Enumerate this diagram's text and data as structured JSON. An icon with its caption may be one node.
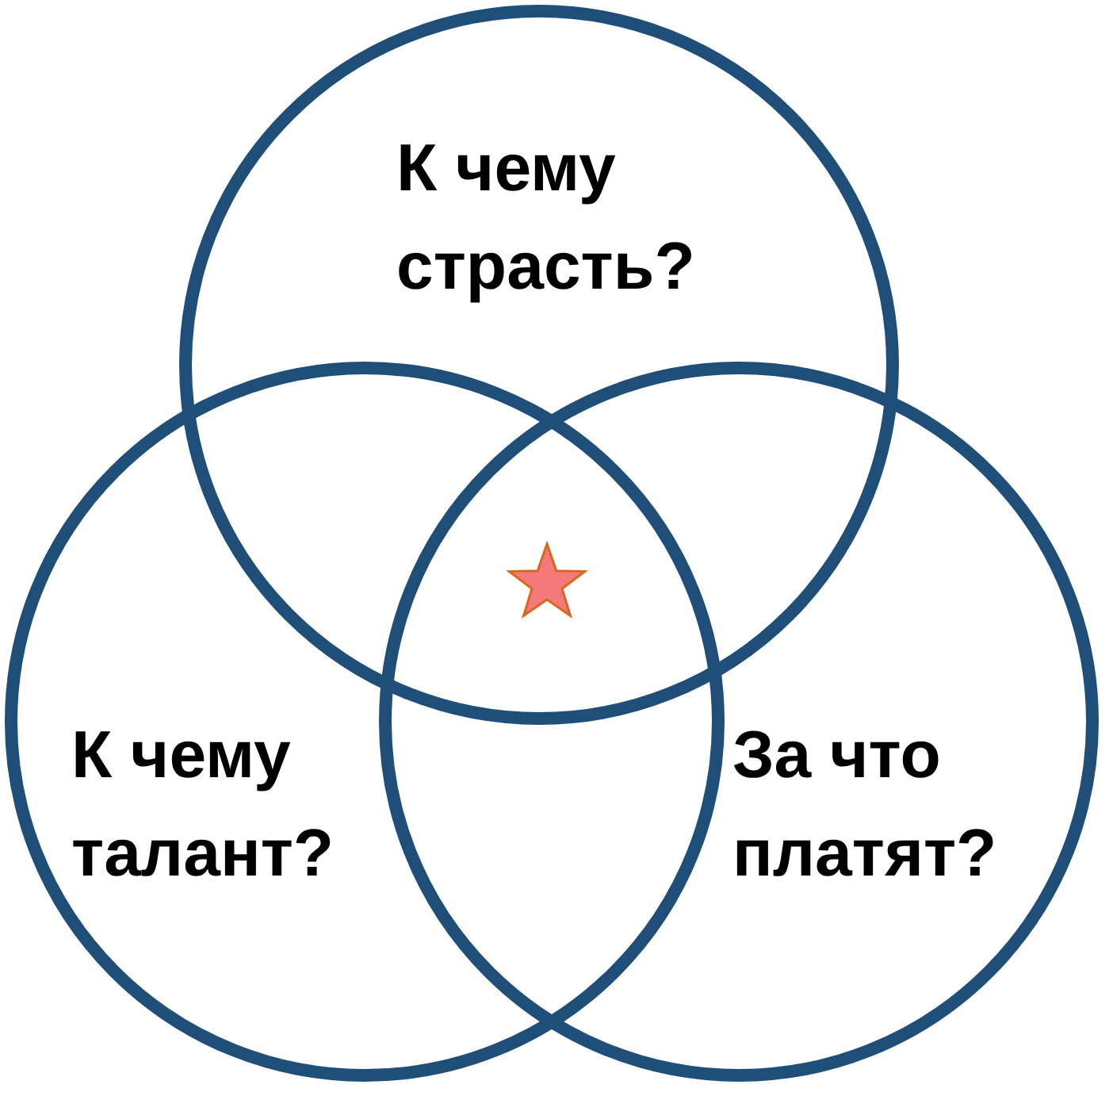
{
  "diagram": {
    "nodes": [
      {
        "text": [
          "К чему страсть?"
        ]
      },
      {
        "text": [
          "К чему талант?"
        ]
      },
      {
        "text": [
          "За что платят?"
        ]
      }
    ]
  }
}
